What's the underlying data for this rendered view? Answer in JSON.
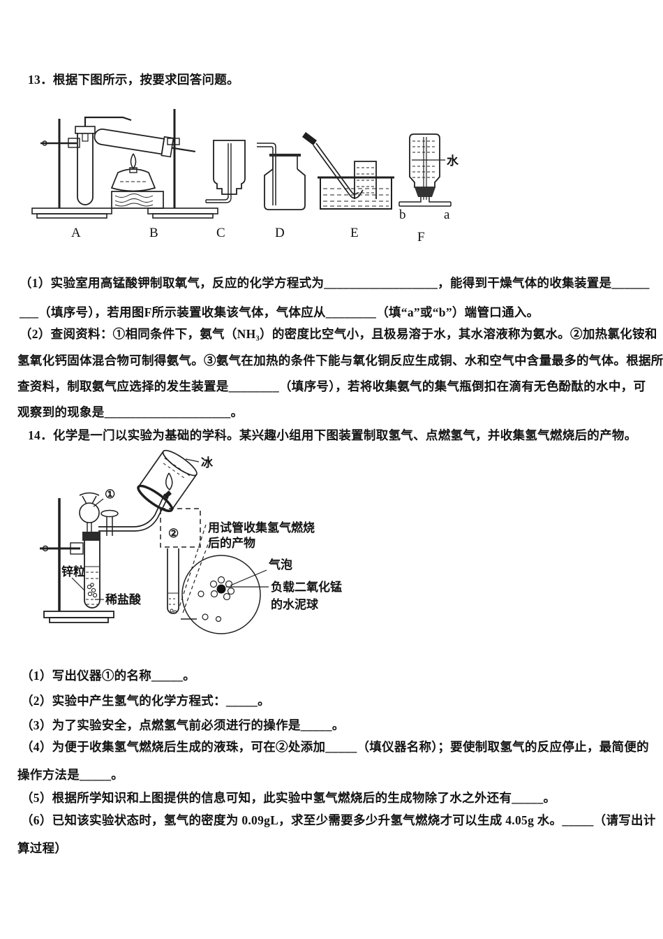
{
  "q13": {
    "title": "13．根据下图所示，按要求回答问题。",
    "figure": {
      "labels": [
        "A",
        "B",
        "C",
        "D",
        "E",
        "F"
      ],
      "water": "水",
      "port_b": "b",
      "port_a": "a"
    },
    "p1l1": "（1）实验室用高锰酸钾制取氧气，反应的化学方程式为__________________，能得到干燥气体的收集装置是______",
    "p1l2": "___（填序号），若用图F所示装置收集该气体，气体应从________（填“a”或“b”）端管口通入。",
    "p2l1": "（2）查阅资料：①相同条件下，氨气（NH₃）的密度比空气小，且极易溶于水，其水溶液称为氨水。②加热氯化铵和",
    "p2l2": "氢氧化钙固体混合物可制得氨气。③氨气在加热的条件下能与氧化铜反应生成铜、水和空气中含量最多的气体。根据所",
    "p2l3": "查资料，制取氨气应选择的发生装置是________（填序号），若将收集氨气的集气瓶倒扣在滴有无色酚酞的水中，可",
    "p2l4": "观察到的现象是____________________。"
  },
  "q14": {
    "title": "14．化学是一门以实验为基础的学科。某兴趣小组用下图装置制取氢气、点燃氢气，并收集氢气燃烧后的产物。",
    "figure": {
      "inst1": "①",
      "ice": "冰",
      "pos2": "②",
      "collect1": "用试管收集氢气燃烧",
      "collect2": "后的产物",
      "bubbles": "气泡",
      "ball1": "负载二氧化锰",
      "ball2": "的水泥球",
      "zinc": "锌粒",
      "acid": "稀盐酸"
    },
    "p1": "（1）写出仪器①的名称_____。",
    "p2": "（2）实验中产生氢气的化学方程式：_____。",
    "p3": "（3）为了实验安全，点燃氢气前必须进行的操作是_____。",
    "p4l1": "（4）为便于收集氢气燃烧后生成的液珠，可在②处添加_____（填仪器名称）；要使制取氢气的反应停止，最简便的",
    "p4l2": "操作方法是_____。",
    "p5": "（5）根据所学知识和上图提供的信息可知，此实验中氢气燃烧后的生成物除了水之外还有_____。",
    "p6l1": "（6）已知该实验状态时，氢气的密度为 0.09gL，求至少需要多少升氢气燃烧才可以生成 4.05g 水。_____（请写出计",
    "p6l2": "算过程）"
  }
}
